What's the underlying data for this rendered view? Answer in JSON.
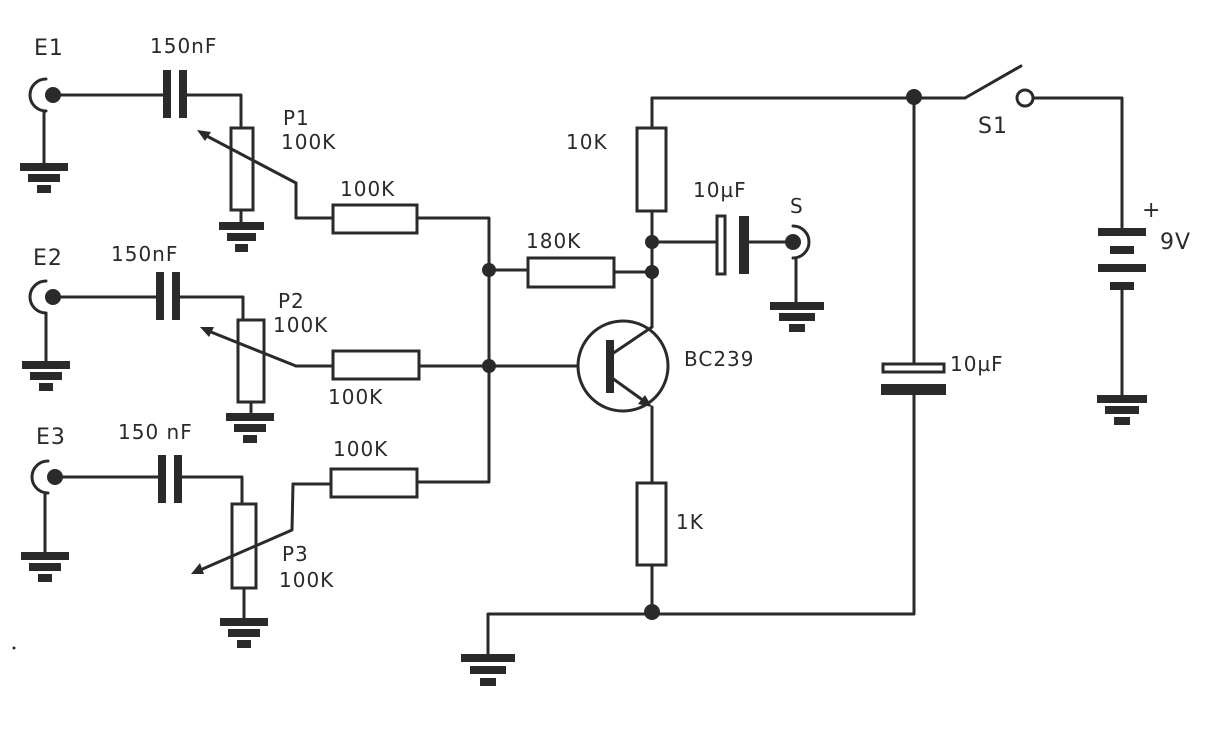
{
  "labels": {
    "e1": "E1",
    "e2": "E2",
    "e3": "E3",
    "c1": "150nF",
    "c2": "150nF",
    "c3": "150 nF",
    "p1_name": "P1",
    "p1_value": "100K",
    "p2_name": "P2",
    "p2_value": "100K",
    "p3_name": "P3",
    "p3_value": "100K",
    "r1": "100K",
    "r2": "100K",
    "r3": "100K",
    "r_base": "180K",
    "r_collector": "10K",
    "r_emitter": "1K",
    "c_out": "10µF",
    "out": "S",
    "transistor": "BC239",
    "switch": "S1",
    "battery_plus": "+",
    "battery": "9V",
    "c_supply": "10µF"
  }
}
